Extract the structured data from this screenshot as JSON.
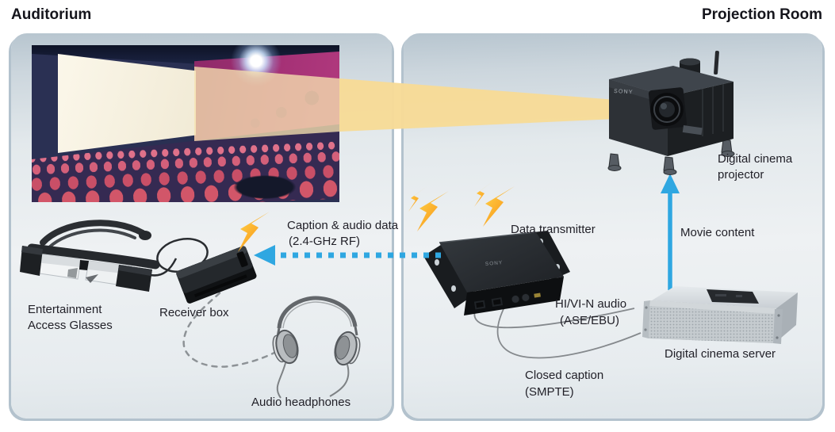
{
  "page": {
    "title_left": "Auditorium",
    "title_right": "Projection Room"
  },
  "auditorium": {
    "glasses_label_line1": "Entertainment",
    "glasses_label_line2": "Access Glasses",
    "receiver_label": "Receiver box",
    "headphones_label": "Audio headphones"
  },
  "projection_room": {
    "projector_label_line1": "Digital cinema",
    "projector_label_line2": "projector",
    "projector_brand": "SONY",
    "transmitter_label": "Data transmitter",
    "transmitter_brand": "SONY",
    "server_label": "Digital cinema server"
  },
  "connections": {
    "rf_link_line1": "Caption & audio data",
    "rf_link_line2": "(2.4-GHz RF)",
    "movie_content": "Movie content",
    "audio_feed_line1": "HI/VI-N audio",
    "audio_feed_line2": "(ASE/EBU)",
    "caption_feed_line1": "Closed caption",
    "caption_feed_line2": "(SMPTE)"
  },
  "colors": {
    "arrow_blue": "#2FA7E1",
    "beam_yellow": "#F7DB97",
    "beam_pale": "#F6E2B0",
    "bolt_yellow": "#FFD94F",
    "bolt_orange": "#F58B1F",
    "panel_top": "#B7C5CF",
    "panel_mid": "#EEF1F3",
    "label_text": "#201F27"
  }
}
